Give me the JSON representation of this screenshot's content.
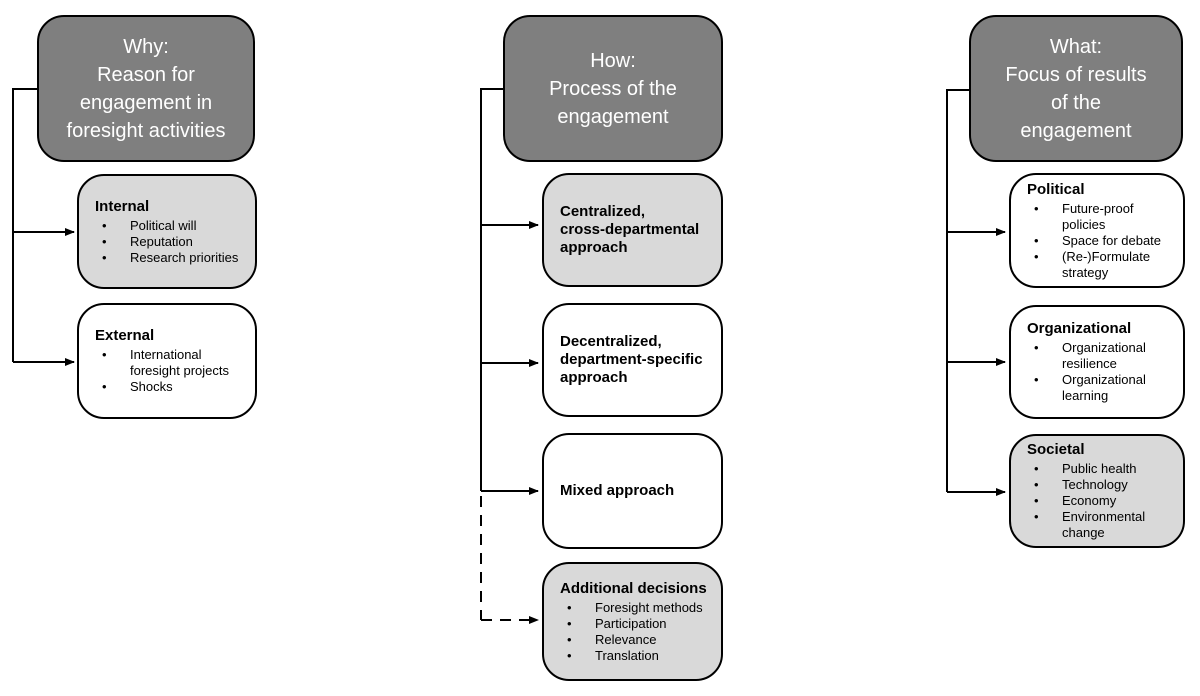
{
  "colors": {
    "header_bg": "#7f7f7f",
    "header_text": "#ffffff",
    "shaded_box_bg": "#d9d9d9",
    "plain_box_bg": "#ffffff",
    "line": "#000000"
  },
  "columns": [
    {
      "id": "why",
      "header": "Why:\nReason for\nengagement in\nforesight activities",
      "boxes": [
        {
          "title": "Internal",
          "shaded": true,
          "bullets": [
            "Political will",
            "Reputation",
            "Research priorities"
          ]
        },
        {
          "title": "External",
          "shaded": false,
          "bullets": [
            "International foresight projects",
            "Shocks"
          ]
        }
      ]
    },
    {
      "id": "how",
      "header": "How:\nProcess of the\nengagement",
      "boxes": [
        {
          "title": "Centralized,\ncross-departmental\napproach",
          "shaded": true,
          "bullets": []
        },
        {
          "title": "Decentralized,\ndepartment-specific\napproach",
          "shaded": false,
          "bullets": []
        },
        {
          "title": "Mixed approach",
          "shaded": false,
          "bullets": []
        },
        {
          "title": "Additional decisions",
          "shaded": true,
          "bullets": [
            "Foresight methods",
            "Participation",
            "Relevance",
            "Translation"
          ]
        }
      ]
    },
    {
      "id": "what",
      "header": "What:\nFocus of results\nof the\nengagement",
      "boxes": [
        {
          "title": "Political",
          "shaded": false,
          "bullets": [
            "Future-proof policies",
            "Space for debate",
            "(Re-)Formulate strategy"
          ]
        },
        {
          "title": "Organizational",
          "shaded": false,
          "bullets": [
            "Organizational resilience",
            "Organizational learning"
          ]
        },
        {
          "title": "Societal",
          "shaded": true,
          "bullets": [
            "Public health",
            "Technology",
            "Economy",
            "Environmental change"
          ]
        }
      ]
    }
  ],
  "bullet_glyph": "•"
}
